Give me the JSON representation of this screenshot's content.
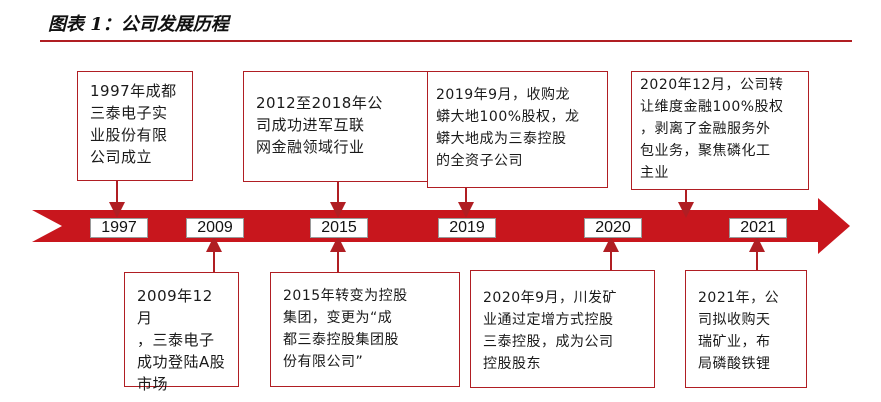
{
  "title": "图表 1：公司发展历程",
  "timeline": {
    "years": [
      "1997",
      "2009",
      "2015",
      "2019",
      "2020",
      "2021"
    ]
  },
  "events_top": [
    {
      "text": "1997年成都\n三泰电子实\n业股份有限\n公司成立"
    },
    {
      "text": "2012至2018年公\n司成功进军互联\n网金融领域行业"
    },
    {
      "text": "2019年9月，收购龙\n蟒大地100%股权，龙\n蟒大地成为三泰控股\n的全资子公司"
    },
    {
      "text": "2020年12月，公司转\n让维度金融100%股权\n，剥离了金融服务外\n包业务，聚焦磷化工\n主业"
    }
  ],
  "events_bottom": [
    {
      "text": "2009年12月\n，三泰电子\n成功登陆A股\n市场"
    },
    {
      "text": "2015年转变为控股\n集团，变更为“成\n都三泰控股集团股\n份有限公司”"
    },
    {
      "text": "2020年9月，川发矿\n业通过定增方式控股\n三泰控股，成为公司\n控股股东"
    },
    {
      "text": "2021年，公\n司拟收购天\n瑞矿业，布\n局磷酸铁锂"
    }
  ],
  "colors": {
    "accent": "#b01e23",
    "timeline_band": "#c8161d"
  }
}
